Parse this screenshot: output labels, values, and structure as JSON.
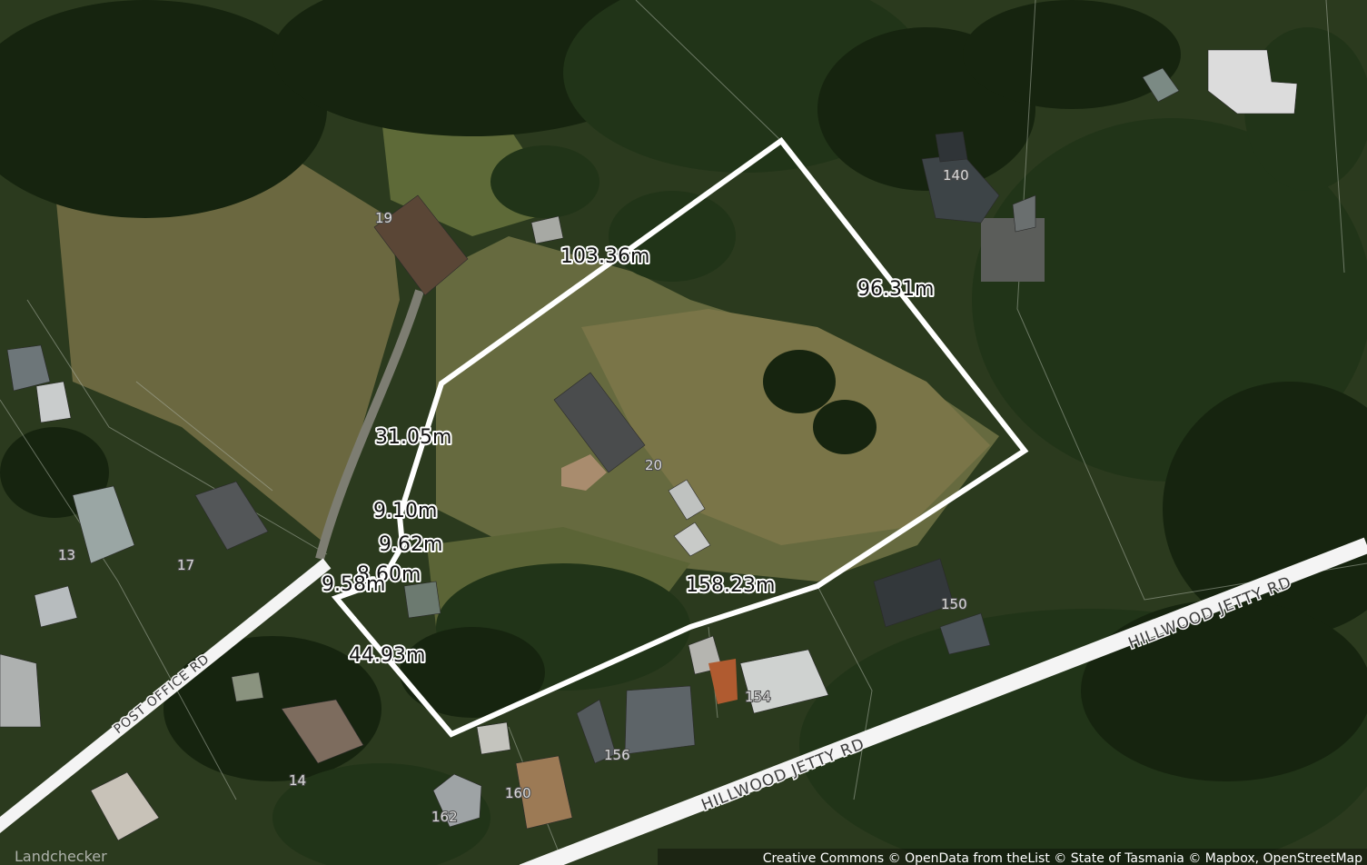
{
  "map": {
    "branding": "Landchecker",
    "attribution": "Creative Commons © OpenData from theList © State of Tasmania © Mapbox, OpenStreetMap",
    "boundary_dimensions": [
      "103.36m",
      "96.31m",
      "31.05m",
      "9.10m",
      "9.62m",
      "8.60m",
      "9.58m",
      "158.23m",
      "44.93m"
    ],
    "house_numbers": [
      "19",
      "20",
      "140",
      "150",
      "154",
      "156",
      "160",
      "162",
      "13",
      "17",
      "14"
    ],
    "roads": [
      "POST OFFICE RD",
      "HILLWOOD JETTY RD",
      "HILLWOOD JETTY RD"
    ],
    "colors": {
      "boundary": "#ffffff",
      "vegetation": "#1e2e16",
      "pasture": "#6b6a40",
      "road": "#f4f4f4"
    }
  }
}
